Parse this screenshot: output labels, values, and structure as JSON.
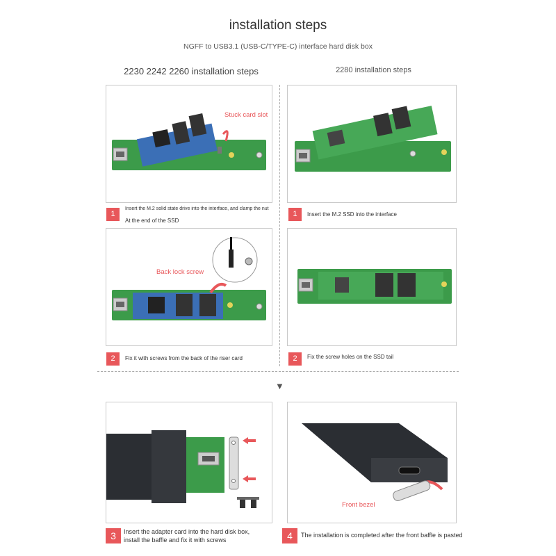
{
  "header": {
    "title": "installation steps",
    "subtitle": "NGFF to USB3.1 (USB-C/TYPE-C) interface hard disk box"
  },
  "columns": {
    "left": "2230 2242 2260 installation steps",
    "right": "2280 installation steps"
  },
  "panels": {
    "p1": {
      "label": "Stuck card slot"
    },
    "p2": {
      "label": "Back lock screw"
    },
    "p6": {
      "label": "Front bezel"
    }
  },
  "steps": {
    "s1_left": {
      "num": "1",
      "line1": "Insert the M.2 solid state drive into the interface, and clamp the nut",
      "line2": "At the end of the SSD"
    },
    "s1_right": {
      "num": "1",
      "text": "Insert the M.2 SSD into the interface"
    },
    "s2_left": {
      "num": "2",
      "text": "Fix it with screws from the back of the riser card"
    },
    "s2_right": {
      "num": "2",
      "text": "Fix the screw holes on the SSD tail"
    },
    "s3": {
      "num": "3",
      "line1": "Insert the adapter card into the hard disk box,",
      "line2": "install the baffle and fix it with screws"
    },
    "s4": {
      "num": "4",
      "text": "The installation is completed after the front baffle is pasted"
    }
  },
  "colors": {
    "accent": "#e8575a",
    "pcb": "#3c9b4a",
    "enclosure": "#2b2e33"
  },
  "icons": {
    "down_arrow": "down-arrow-icon"
  }
}
